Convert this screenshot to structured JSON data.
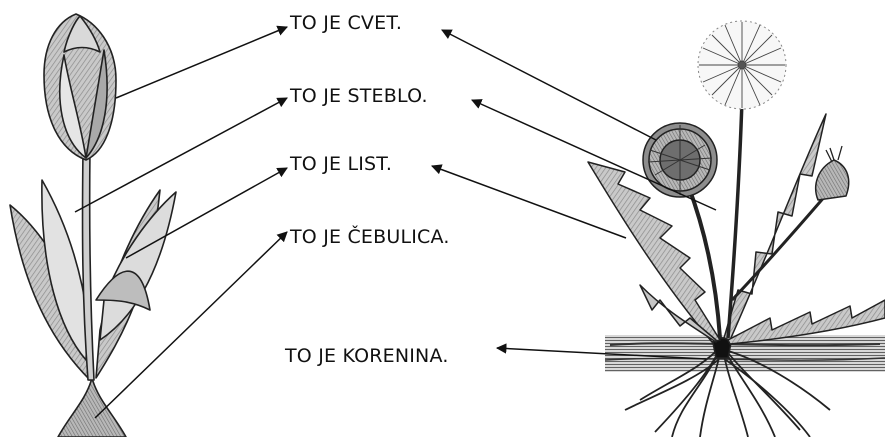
{
  "labels": {
    "flower": "TO JE CVET.",
    "stem": "TO JE STEBLO.",
    "leaf": "TO JE LIST.",
    "bulb": "TO JE ČEBULICA.",
    "root": "TO JE KORENINA."
  },
  "colors": {
    "ink": "#111111",
    "shade": "#9a9a9a",
    "light_shade": "#d4d4d4"
  }
}
